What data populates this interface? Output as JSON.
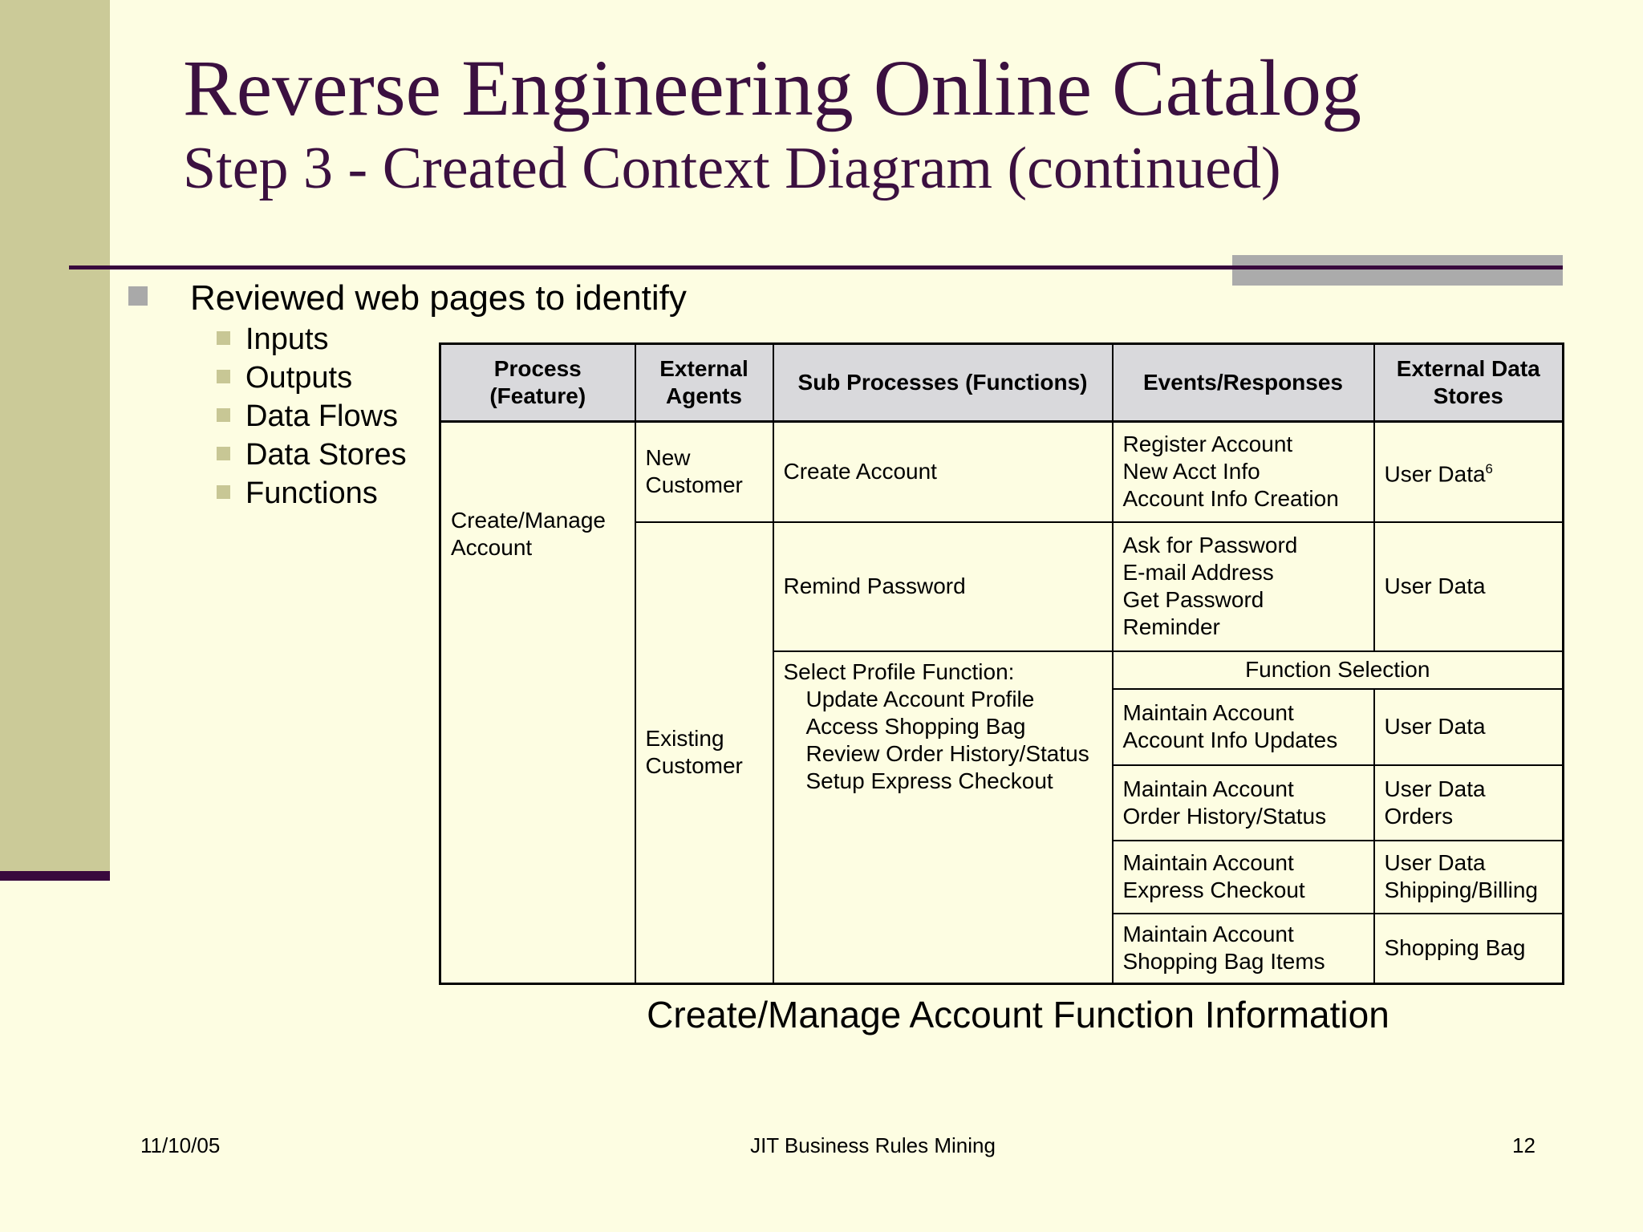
{
  "slide": {
    "title": "Reverse Engineering Online Catalog",
    "subtitle": "Step 3 - Created Context Diagram (continued)",
    "bullet": "Reviewed web pages to identify",
    "sub_bullets": [
      "Inputs",
      "Outputs",
      "Data Flows",
      "Data Stores",
      "Functions"
    ],
    "caption": "Create/Manage Account Function Information",
    "footer": {
      "date": "11/10/05",
      "center": "JIT Business Rules Mining",
      "page": "12"
    }
  },
  "table": {
    "headers": {
      "process": [
        "Process",
        "(Feature)"
      ],
      "agents": [
        "External",
        "Agents"
      ],
      "sub_processes": [
        "Sub Processes (Functions)"
      ],
      "events": [
        "Events/Responses"
      ],
      "stores": [
        "External Data",
        "Stores"
      ]
    },
    "process_cell": [
      "Create/Manage",
      "Account"
    ],
    "agent_new": [
      "New",
      "Customer"
    ],
    "agent_existing": [
      "Existing",
      "Customer"
    ],
    "row_create": {
      "sub_process": "Create Account",
      "events": [
        "Register Account",
        "New Acct Info",
        "Account Info Creation"
      ],
      "store": "User Data",
      "store_sup": "6"
    },
    "row_remind": {
      "sub_process": "Remind Password",
      "events": [
        "Ask for Password",
        "E-mail Address",
        "Get Password",
        "Reminder"
      ],
      "store": "User Data"
    },
    "function_selection": "Function Selection",
    "select_profile": {
      "title": "Select Profile Function:",
      "items": [
        "Update Account Profile",
        "Access Shopping Bag",
        "Review Order History/Status",
        "Setup Express Checkout"
      ]
    },
    "maintain_rows": [
      {
        "events": [
          "Maintain Account",
          "Account Info Updates"
        ],
        "store": [
          "User Data"
        ]
      },
      {
        "events": [
          "Maintain Account",
          "Order History/Status"
        ],
        "store": [
          "User Data",
          "Orders"
        ]
      },
      {
        "events": [
          "Maintain Account",
          "Express Checkout"
        ],
        "store": [
          "User Data",
          "Shipping/Billing"
        ]
      },
      {
        "events": [
          "Maintain Account",
          "Shopping Bag Items"
        ],
        "store": [
          "Shopping Bag"
        ]
      }
    ]
  },
  "colors": {
    "background": "#FDFDE2",
    "sidebar": "#CBCA98",
    "title_text": "#3B1040",
    "divider": "#38093D",
    "divider_accent": "#ABABAB",
    "table_header_bg": "#D9D9DC",
    "table_border": "#000000",
    "body_text": "#000000",
    "bullet_marker": "#A9A9A9",
    "sub_bullet_marker": "#C8C795"
  }
}
